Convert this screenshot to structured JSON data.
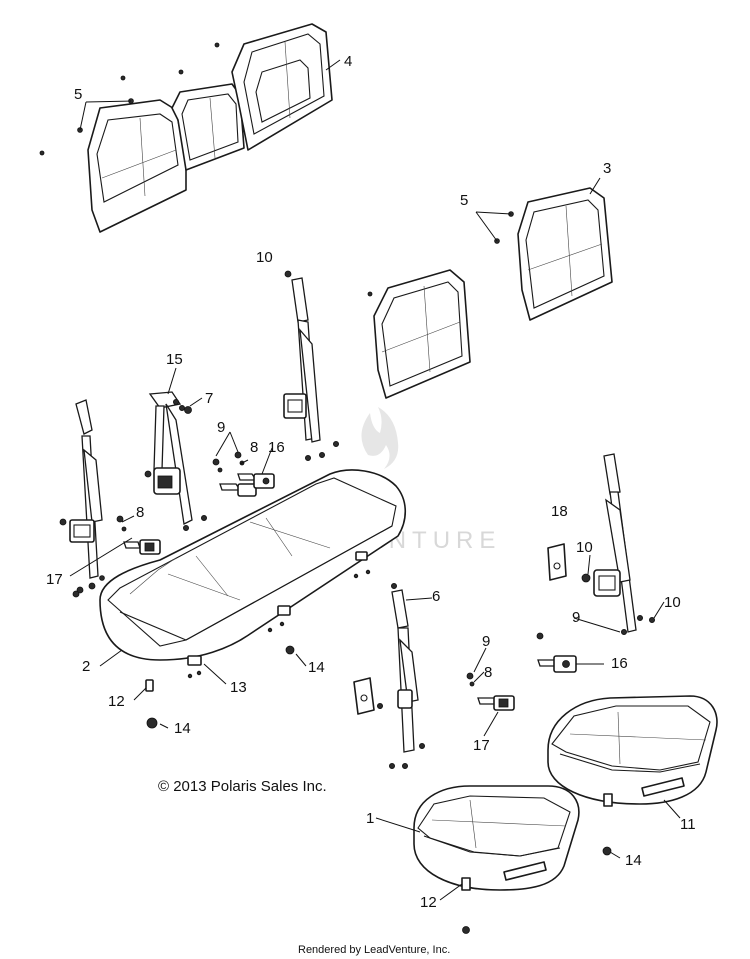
{
  "callouts": {
    "c1": "1",
    "c2": "2",
    "c3": "3",
    "c4": "4",
    "c5a": "5",
    "c5b": "5",
    "c6": "6",
    "c7": "7",
    "c8a": "8",
    "c8b": "8",
    "c8c": "8",
    "c9a": "9",
    "c9b": "9",
    "c9c": "9",
    "c10a": "10",
    "c10b": "10",
    "c10c": "10",
    "c11": "11",
    "c12a": "12",
    "c12b": "12",
    "c13": "13",
    "c14a": "14",
    "c14b": "14",
    "c14c": "14",
    "c15": "15",
    "c16a": "16",
    "c16b": "16",
    "c17a": "17",
    "c17b": "17",
    "c18": "18"
  },
  "copyright": "© 2013 Polaris Sales Inc.",
  "rendered_by": "Rendered by LeadVenture, Inc.",
  "watermark": "LEADVENTURE",
  "colors": {
    "line": "#1a1a1a",
    "background": "#ffffff",
    "watermark": "#d8d8d8"
  }
}
